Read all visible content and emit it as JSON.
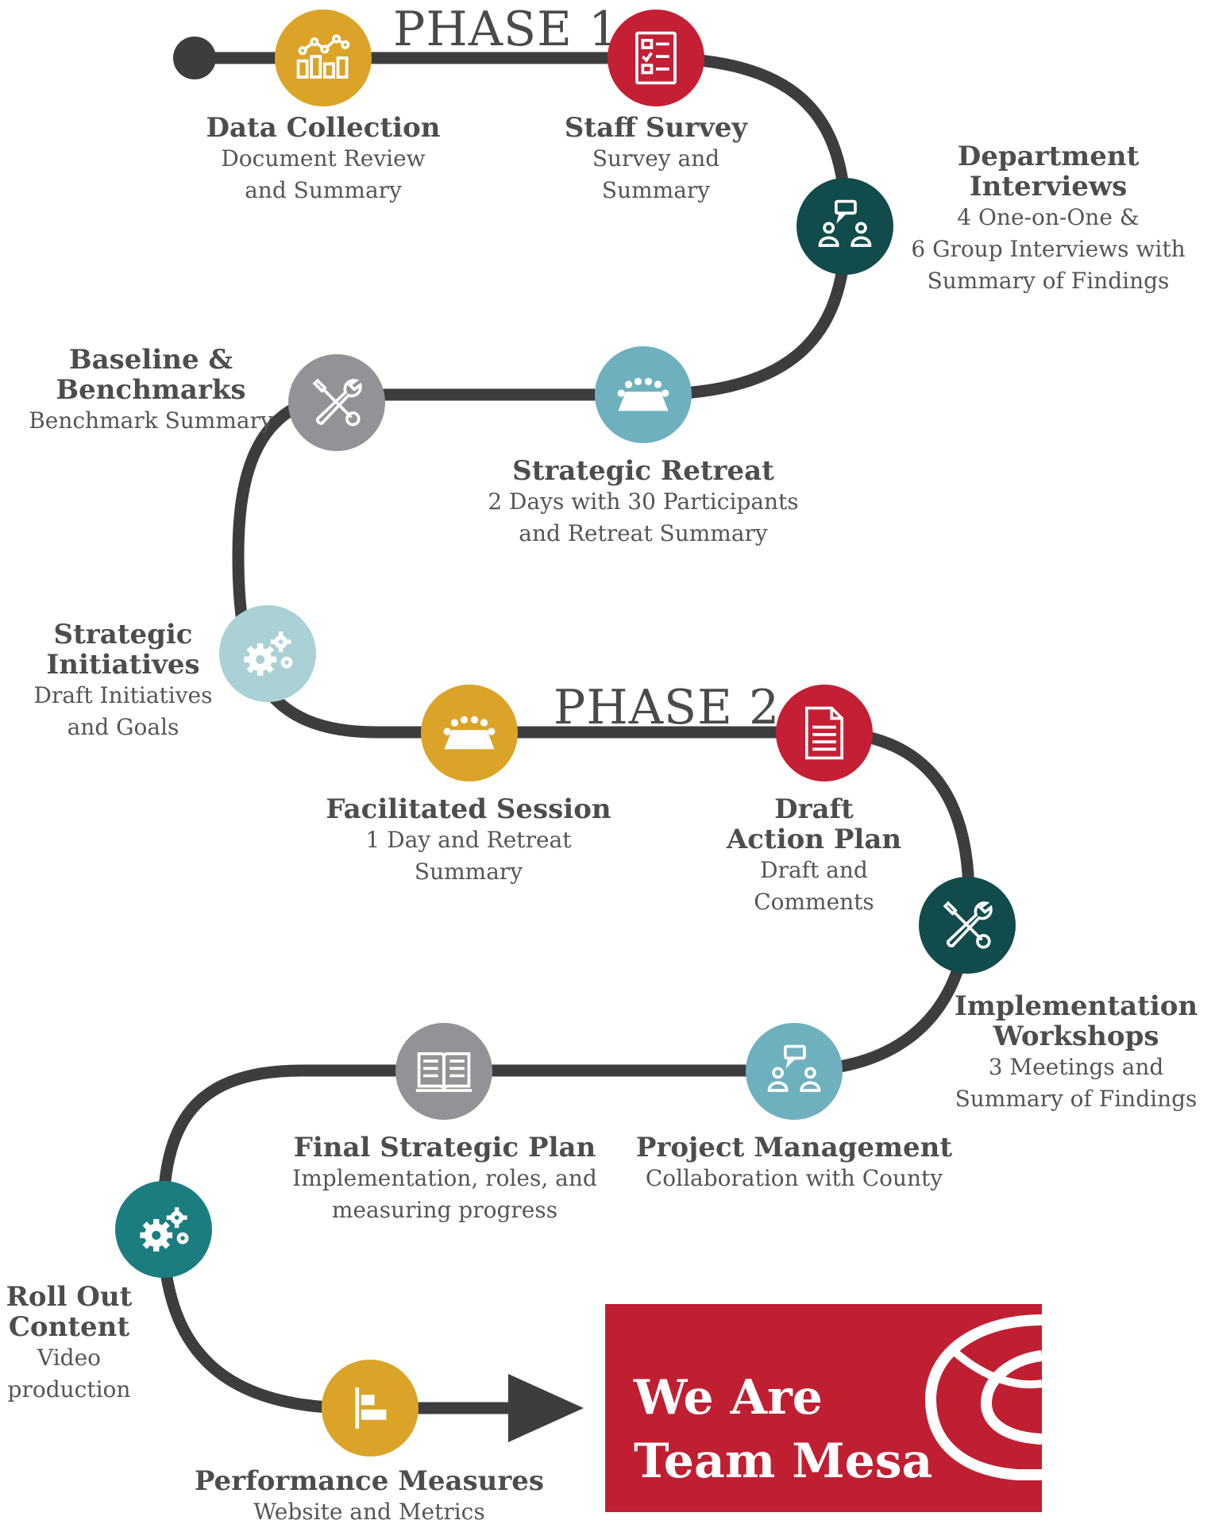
{
  "phases": {
    "phase1": "PHASE 1",
    "phase2": "PHASE 2"
  },
  "colors": {
    "path": "#3d3d3f",
    "gold": "#dba428",
    "red": "#c41f34",
    "dark_teal": "#124b4c",
    "light_teal": "#6fb0bf",
    "pale_teal": "#a9d1d6",
    "gray": "#919396",
    "teal": "#1b7d80",
    "brand_red": "#c01f32"
  },
  "steps": [
    {
      "id": "data-collection",
      "title": "Data Collection",
      "desc": "Document Review\nand Summary",
      "icon": "bar-chart-icon",
      "color": "gold"
    },
    {
      "id": "staff-survey",
      "title": "Staff Survey",
      "desc": "Survey and\nSummary",
      "icon": "checklist-icon",
      "color": "red"
    },
    {
      "id": "department-interviews",
      "title": "Department\nInterviews",
      "desc": "4 One-on-One &\n6 Group Interviews with\nSummary of Findings",
      "icon": "people-chat-icon",
      "color": "dark_teal"
    },
    {
      "id": "strategic-retreat",
      "title": "Strategic Retreat",
      "desc": "2 Days with 30 Participants\nand Retreat Summary",
      "icon": "meeting-table-icon",
      "color": "light_teal"
    },
    {
      "id": "baseline-benchmarks",
      "title": "Baseline &\nBenchmarks",
      "desc": "Benchmark Summary",
      "icon": "tools-icon",
      "color": "gray"
    },
    {
      "id": "strategic-initiatives",
      "title": "Strategic\nInitiatives",
      "desc": "Draft Initiatives\nand Goals",
      "icon": "gears-icon",
      "color": "pale_teal"
    },
    {
      "id": "facilitated-session",
      "title": "Facilitated Session",
      "desc": "1 Day and Retreat\nSummary",
      "icon": "meeting-table-icon",
      "color": "gold"
    },
    {
      "id": "draft-action-plan",
      "title": "Draft\nAction Plan",
      "desc": "Draft and\nComments",
      "icon": "document-icon",
      "color": "red"
    },
    {
      "id": "implementation-workshops",
      "title": "Implementation\nWorkshops",
      "desc": "3 Meetings and\nSummary of Findings",
      "icon": "tools-icon",
      "color": "dark_teal"
    },
    {
      "id": "project-management",
      "title": "Project Management",
      "desc": "Collaboration with County",
      "icon": "people-chat-icon",
      "color": "light_teal"
    },
    {
      "id": "final-strategic-plan",
      "title": "Final Strategic Plan",
      "desc": "Implementation, roles, and\nmeasuring progress",
      "icon": "open-book-icon",
      "color": "gray"
    },
    {
      "id": "roll-out-content",
      "title": "Roll Out\nContent",
      "desc": "Video\nproduction",
      "icon": "gears-icon",
      "color": "teal"
    },
    {
      "id": "performance-measures",
      "title": "Performance Measures",
      "desc": "Website and Metrics",
      "icon": "gantt-icon",
      "color": "gold"
    }
  ],
  "brand": {
    "text": "We Are\nTeam Mesa",
    "logo": "team-mesa-logo"
  }
}
